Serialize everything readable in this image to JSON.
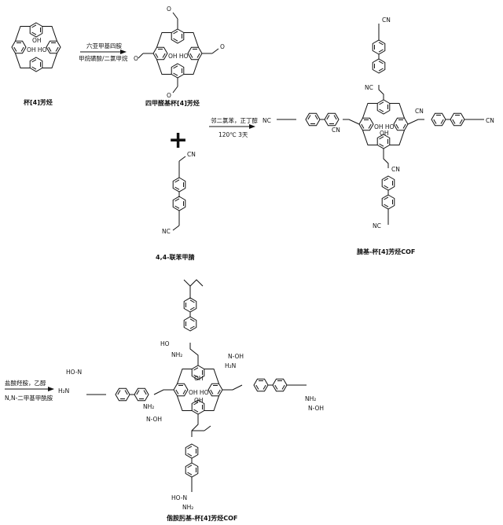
{
  "captions": {
    "calixarene": "杯[4]芳烃",
    "tetraaldehyde": "四甲醛基杯[4]芳烃",
    "biphenyl": "4,4-联苯甲腈",
    "nitrile_cof": "腈基-杯[4]芳烃COF",
    "amidoxime_cof": "偕胺肟基-杯[4]芳烃COF"
  },
  "arrows": {
    "step1_top": "六亚甲基四胺",
    "step1_bottom": "甲烷磺酸/二氯甲烷",
    "step2_top": "邻二氯苯，正丁醇",
    "step2_bottom": "120℃ 3天",
    "step3_top": "盐酸羟胺，乙醇",
    "step3_bottom": "N,N-二甲基甲酰胺"
  },
  "plus": "+",
  "atoms": {
    "oh": "OH",
    "oh_ho": "OH HO",
    "cn": "CN",
    "nc": "NC",
    "o": "O",
    "nh2": "NH₂",
    "h2n": "H₂N",
    "n": "N",
    "hon": "HO-N",
    "noh": "N-OH",
    "ho": "HO",
    "noh_short": "OH"
  }
}
